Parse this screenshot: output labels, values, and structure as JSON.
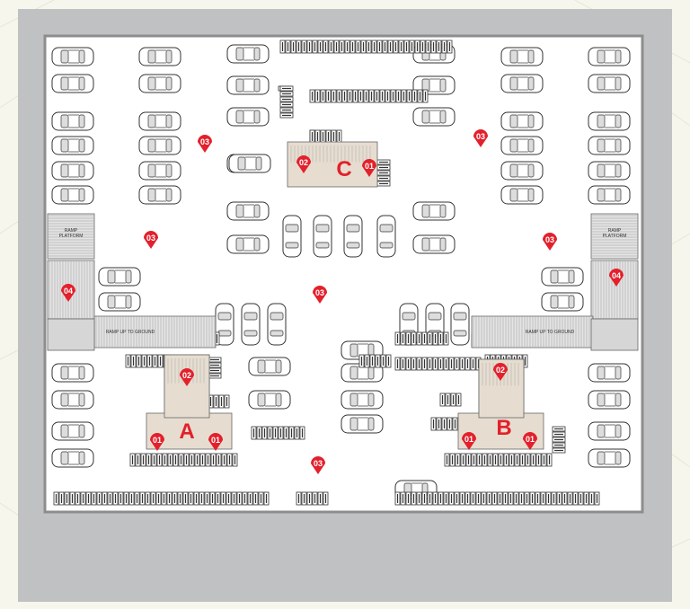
{
  "ramp_platform_label": "RAMP\nPLATFORM",
  "ramp_up_label": "RAMP UP TO GROUND",
  "cores": [
    "A",
    "B",
    "C"
  ],
  "legend": {
    "01": "01",
    "02": "02",
    "03": "03",
    "04": "04"
  },
  "colors": {
    "background": "#f7f6ec",
    "slab": "#bfc1c3",
    "marker": "#e3202b",
    "core_fill": "#e6ddd0"
  }
}
